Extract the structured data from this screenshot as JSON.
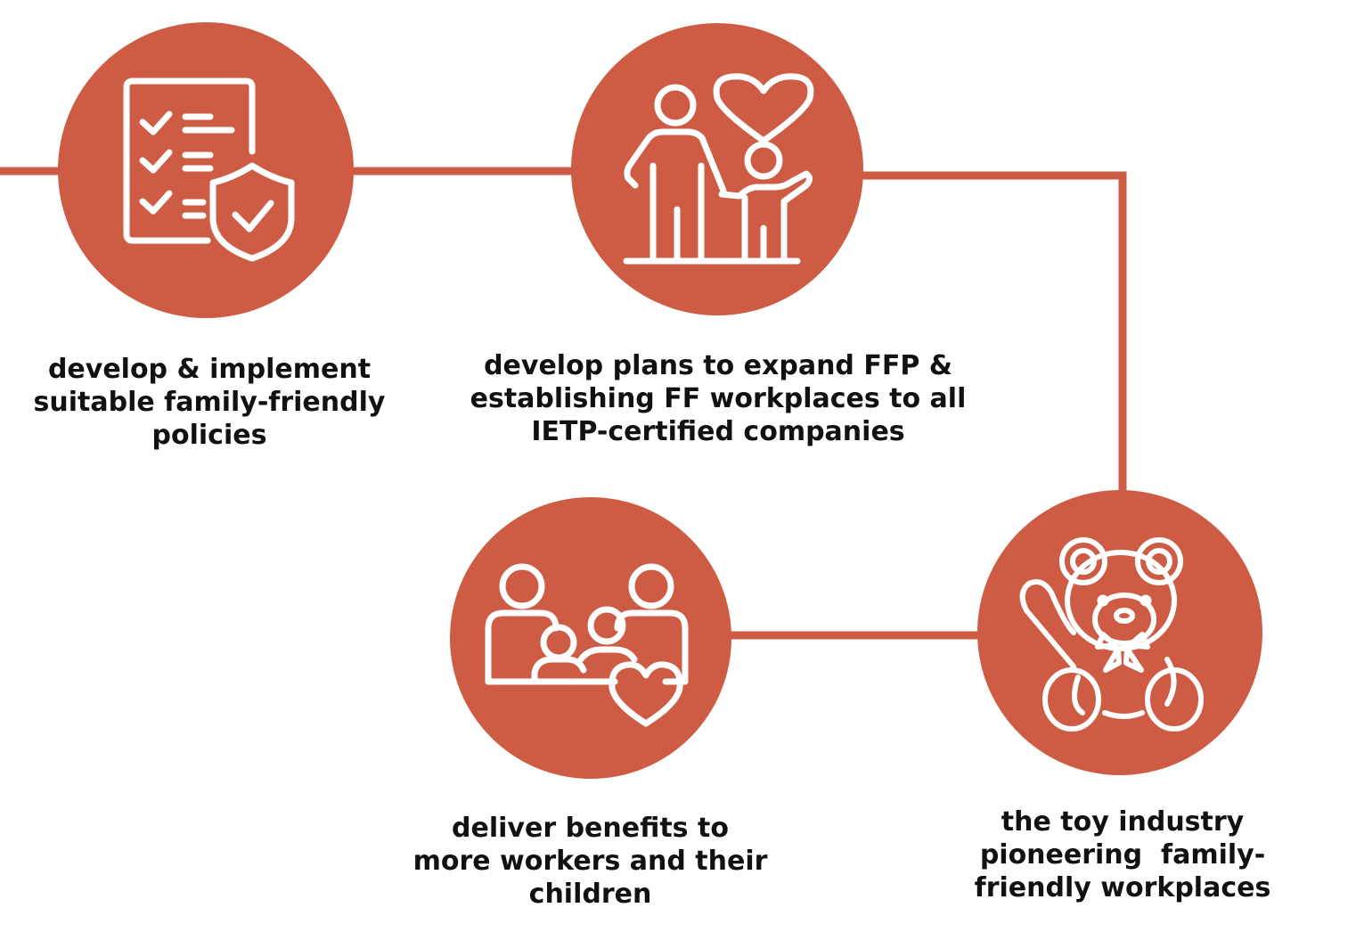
{
  "colors": {
    "accent": "#CE5C44",
    "icon": "#ffffff",
    "text": "#111111"
  },
  "steps": [
    {
      "icon": "checklist-shield-icon",
      "lines": [
        "develop & implement",
        "suitable family-friendly",
        "policies"
      ]
    },
    {
      "icon": "parent-child-heart-icon",
      "lines": [
        "develop plans to expand FFP &",
        "establishing FF workplaces to all",
        "IETP-certified companies"
      ]
    },
    {
      "icon": "family-heart-icon",
      "lines": [
        "deliver benefits to",
        "more workers and their",
        "children"
      ]
    },
    {
      "icon": "teddy-bear-icon",
      "lines": [
        "the toy industry",
        "pioneering  family-",
        "friendly workplaces"
      ]
    }
  ]
}
